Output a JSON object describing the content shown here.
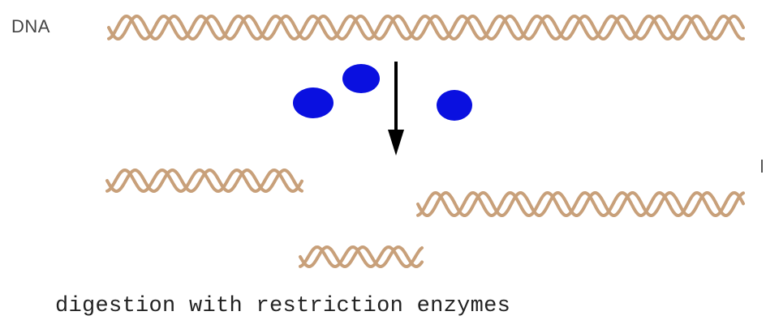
{
  "labels": {
    "dna": "DNA",
    "caption": "digestion with restriction enzymes"
  },
  "colors": {
    "dna_strand": "#c8a07a",
    "enzyme": "#0a10e0",
    "arrow": "#000000",
    "text": "#333333"
  },
  "icons": {
    "enzyme": "blue-ellipse",
    "arrow": "down-arrow"
  }
}
